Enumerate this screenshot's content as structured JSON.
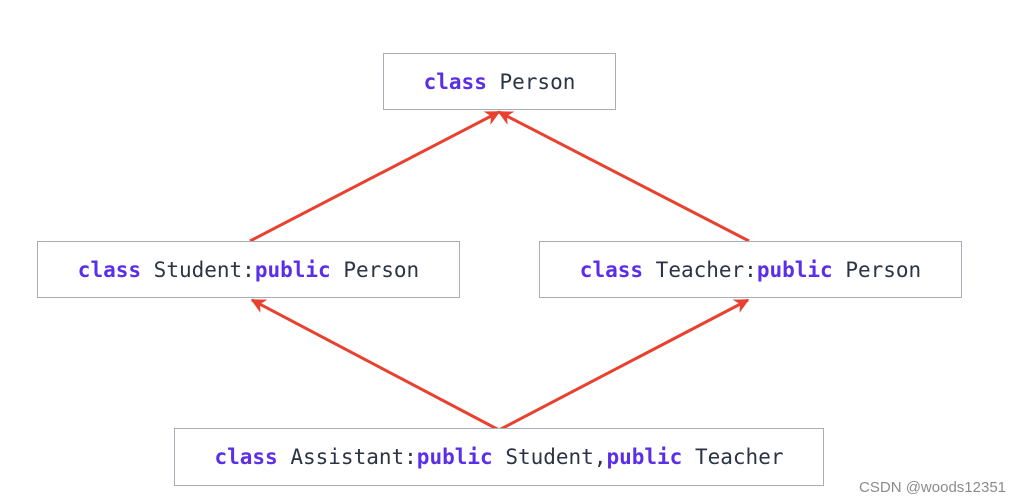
{
  "colors": {
    "keyword": "#5b2ee8",
    "text": "#2b3344",
    "border": "#a8adb8",
    "arrow": "#e8412f"
  },
  "nodes": {
    "person": {
      "keyword": "class",
      "name": "Person"
    },
    "student": {
      "keyword": "class",
      "name": "Student:",
      "access": "public",
      "base": "Person"
    },
    "teacher": {
      "keyword": "class",
      "name": "Teacher:",
      "access": "public",
      "base": "Person"
    },
    "assistant": {
      "keyword": "class",
      "name": "Assistant:",
      "access1": "public",
      "base1": "Student,",
      "access2": "public",
      "base2": "Teacher"
    }
  },
  "edges": [
    {
      "from": "student",
      "to": "person"
    },
    {
      "from": "teacher",
      "to": "person"
    },
    {
      "from": "assistant",
      "to": "student"
    },
    {
      "from": "assistant",
      "to": "teacher"
    }
  ],
  "watermark": "CSDN @woods12351"
}
